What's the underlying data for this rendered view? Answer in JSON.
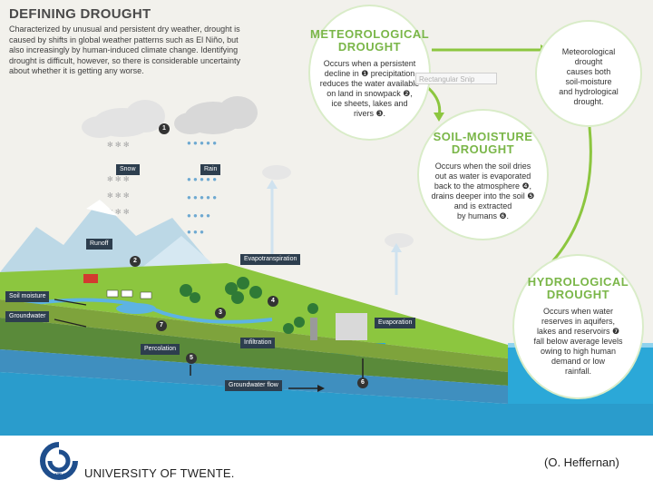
{
  "title": "DEFINING DROUGHT",
  "intro": "Characterized by unusual and persistent dry weather, drought is caused by shifts in global weather patterns such as El Niño, but also increasingly by human-induced climate change. Identifying drought is difficult, however, so there is considerable uncertainty about whether it is getting any worse.",
  "met": {
    "heading": "METEOROLOGICAL\nDROUGHT",
    "text": "Occurs when a persistent\ndecline in ❶ precipitation\nreduces the water available\non land in snowpack ❷,\nice sheets, lakes and\nrivers ❸."
  },
  "summary": "Meteorological\ndrought\ncauses both\nsoil-moisture\nand hydrological\ndrought.",
  "soil": {
    "heading": "SOIL-MOISTURE\nDROUGHT",
    "text": "Occurs when the soil dries\nout as water is evaporated\nback to the atmosphere ❹,\ndrains deeper into the soil ❺\nand is extracted\nby humans ❻."
  },
  "hydro": {
    "heading": "HYDROLOGICAL\nDROUGHT",
    "text": "Occurs when water\nreserves in aquifers,\nlakes and reservoirs ❼\nfall below average levels\nowing to high human\ndemand or low\nrainfall."
  },
  "ghost": "Rectangular Snip",
  "labels": {
    "snow": "Snow",
    "rain": "Rain",
    "runoff": "Runoff",
    "evapotranspiration": "Evapotranspiration",
    "soil_moisture": "Soil moisture",
    "groundwater": "Groundwater",
    "percolation": "Percolation",
    "infiltration": "Infiltration",
    "evaporation": "Evaporation",
    "groundwater_flow": "Groundwater flow"
  },
  "markers": [
    "1",
    "2",
    "3",
    "4",
    "5",
    "6",
    "7"
  ],
  "footer": {
    "logo_text": "ITC",
    "brand": "UNIVERSITY OF TWENTE.",
    "credit": "(O. Heffernan)"
  },
  "colors": {
    "accent_green": "#7ab648",
    "land": "#8cc63f",
    "water": "#2ba8d8",
    "label_bg": "#2d3e4e"
  }
}
